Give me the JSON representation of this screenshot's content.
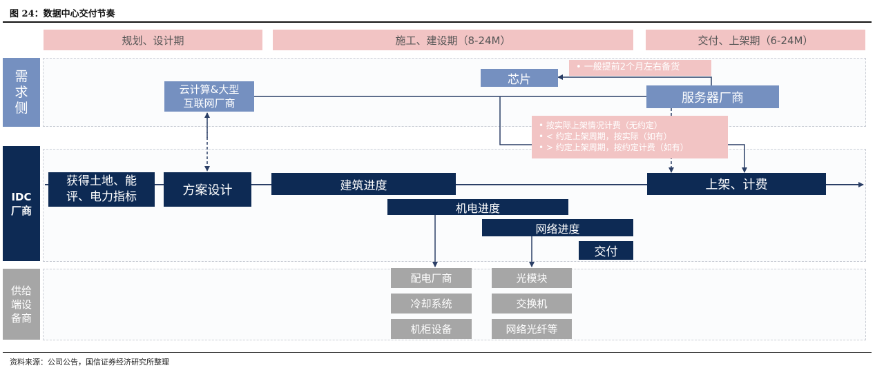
{
  "figure": {
    "title": "图 24：数据中心交付节奏",
    "source": "资料来源：公司公告，国信证券经济研究所整理"
  },
  "phases": [
    {
      "label": "规划、设计期"
    },
    {
      "label": "施工、建设期（8-24M）"
    },
    {
      "label": "交付、上架期（6-24M）"
    }
  ],
  "rows": {
    "demand": {
      "label_lines": [
        "需",
        "求",
        "侧"
      ]
    },
    "idc": {
      "label_lines": [
        "IDC",
        "厂商"
      ]
    },
    "supply": {
      "label_lines": [
        "供给",
        "端设",
        "备商"
      ]
    }
  },
  "demand_nodes": {
    "cloud": {
      "lines": [
        "云计算&大型",
        "互联网厂商"
      ]
    },
    "chip": {
      "label": "芯片"
    },
    "server": {
      "label": "服务器厂商"
    }
  },
  "notes": {
    "chip_note": "•   一般提前2个月左右备货",
    "billing": [
      "•   按实际上架情况计费（无约定）",
      "•   < 约定上架周期，按实际（如有）",
      "•   > 约定上架周期，按约定计费（如有）"
    ]
  },
  "idc_nodes": {
    "land": {
      "lines": [
        "获得土地、能",
        "评、电力指标"
      ]
    },
    "design": {
      "label": "方案设计"
    },
    "build": {
      "label": "建筑进度"
    },
    "mep": {
      "label": "机电进度"
    },
    "network": {
      "label": "网络进度"
    },
    "deliver": {
      "label": "交付"
    },
    "rack": {
      "label": "上架、计费"
    }
  },
  "supply_items": {
    "mep_col": [
      "配电厂商",
      "冷却系统",
      "机柜设备"
    ],
    "net_col": [
      "光模块",
      "交换机",
      "网络光纤等"
    ]
  },
  "colors": {
    "phase_bg": "#f2c4c4",
    "demand_blue": "#7590c0",
    "idc_navy": "#0d2a54",
    "supply_grey": "#a6a6a6",
    "arrow": "#2b3f66"
  }
}
